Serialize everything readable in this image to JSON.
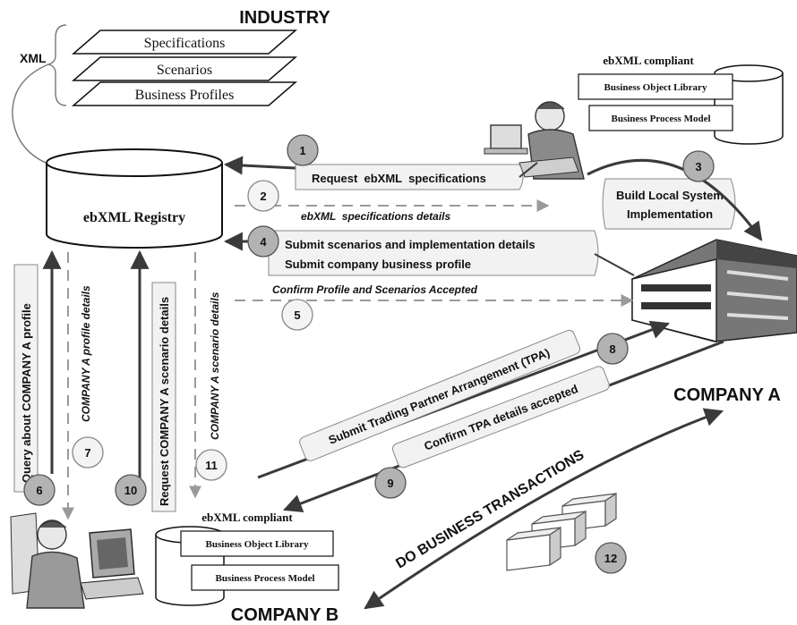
{
  "industry": {
    "title": "INDUSTRY",
    "xml_label": "XML",
    "layers": [
      "Specifications",
      "Scenarios",
      "Business Profiles"
    ]
  },
  "registry": {
    "label": "ebXML Registry"
  },
  "company_a": {
    "label": "COMPANY A",
    "compliant_label": "ebXML compliant",
    "library": "Business Object Library",
    "model": "Business Process Model"
  },
  "company_b": {
    "label": "COMPANY B",
    "compliant_label": "ebXML compliant",
    "library": "Business Object Library",
    "model": "Business Process Model"
  },
  "steps": [
    {
      "number": "1",
      "text": "Request  ebXML  specifications"
    },
    {
      "number": "2",
      "text": "ebXML  specifications details"
    },
    {
      "number": "3",
      "text_line1": "Build Local System",
      "text_line2": "Implementation"
    },
    {
      "number": "4",
      "text_line1": "Submit scenarios and implementation details",
      "text_line2": "Submit company business profile"
    },
    {
      "number": "5",
      "text": "Confirm Profile and Scenarios Accepted"
    },
    {
      "number": "6",
      "text": "Query about COMPANY A profile"
    },
    {
      "number": "7",
      "text": "COMPANY A profile details"
    },
    {
      "number": "8",
      "text": "Submit Trading Partner Arrangement (TPA)"
    },
    {
      "number": "9",
      "text": "Confirm TPA details accepted"
    },
    {
      "number": "10",
      "text": "Request COMPANY A scenario details"
    },
    {
      "number": "11",
      "text": "COMPANY A scenario details"
    },
    {
      "number": "12",
      "text": "DO BUSINESS TRANSACTIONS"
    }
  ],
  "colors": {
    "badge_fill": "#b3b3b3",
    "box_fill": "#f2f2f2",
    "line": "#3a3a3a",
    "dashed": "#9a9a9a"
  }
}
